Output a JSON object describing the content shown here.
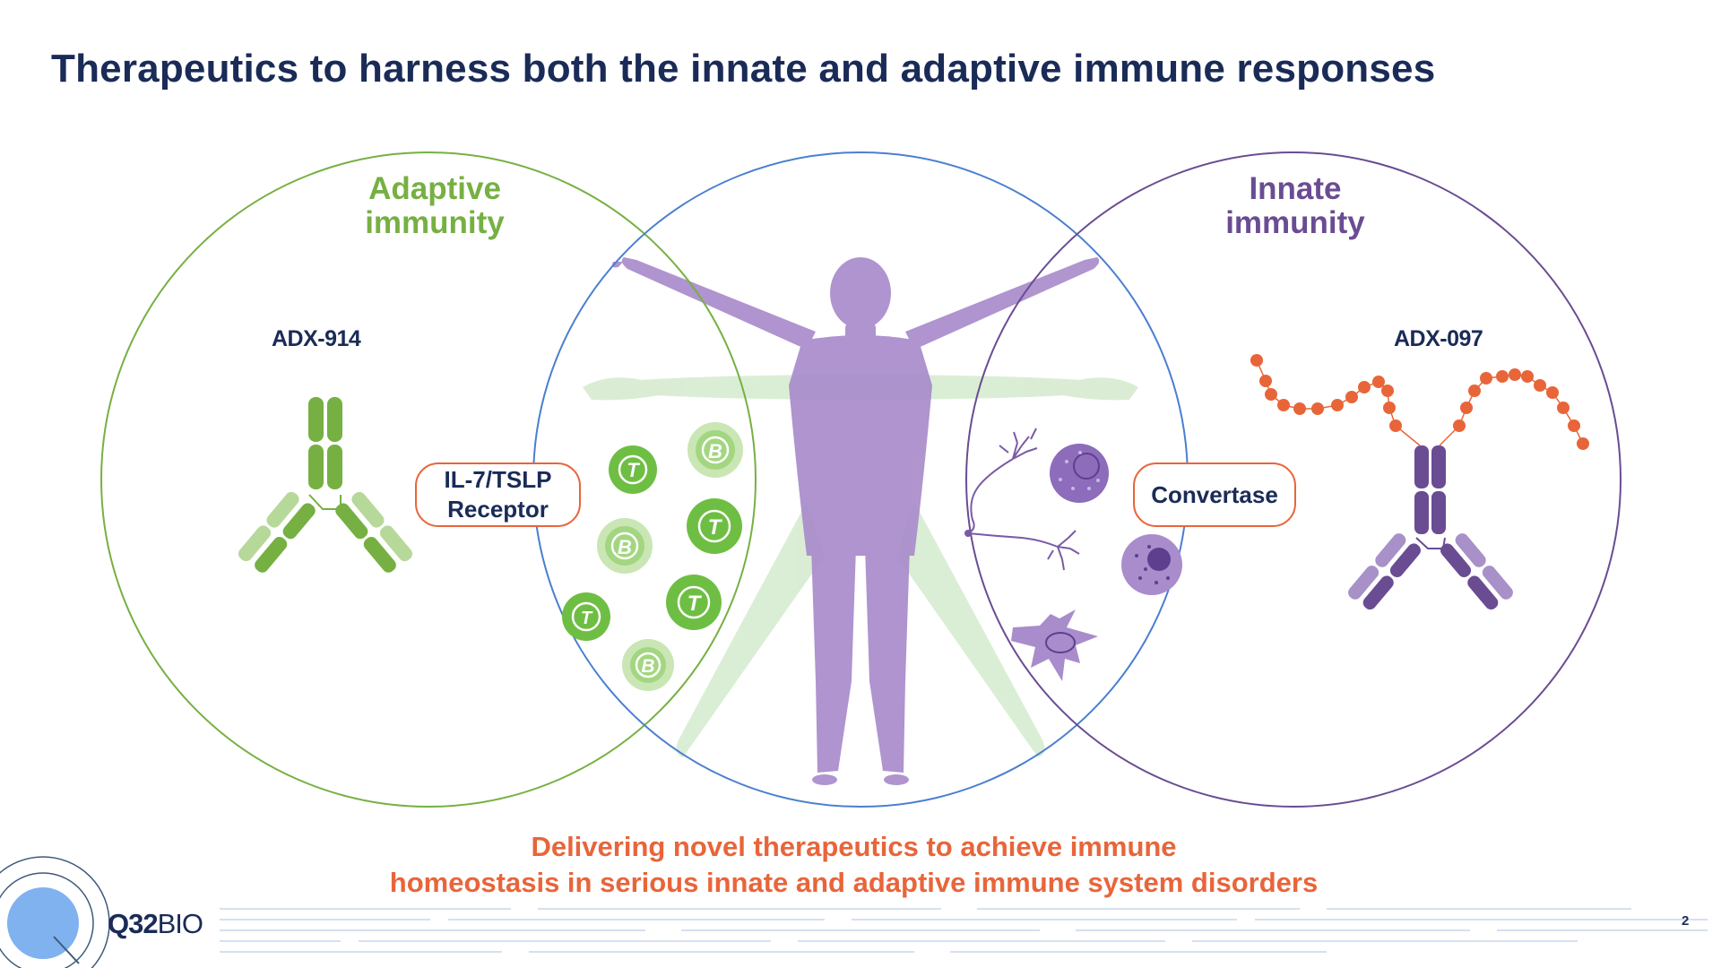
{
  "slide": {
    "title": "Therapeutics to harness both the innate and adaptive immune responses",
    "page_number": "2"
  },
  "adaptive": {
    "label_line1": "Adaptive",
    "label_line2": "immunity",
    "drug": "ADX-914",
    "target": "IL-7/TSLP Receptor",
    "target_line1": "IL-7/TSLP",
    "target_line2": "Receptor",
    "color": "#76b043"
  },
  "innate": {
    "label_line1": "Innate",
    "label_line2": "immunity",
    "drug": "ADX-097",
    "target": "Convertase",
    "color": "#6a4c93"
  },
  "cells": {
    "t_cell_letter": "T",
    "b_cell_letter": "B"
  },
  "tagline": {
    "line1": "Delivering novel therapeutics to achieve immune",
    "line2": "homeostasis in serious innate and adaptive immune system disorders",
    "color": "#e8653a"
  },
  "logo": {
    "text_prefix": "Q32",
    "text_suffix": "BIO"
  },
  "colors": {
    "title": "#1a2b57",
    "center_circle": "#4a7fcf",
    "human_figure": "#a98ccb",
    "accent_orange": "#e8653a"
  }
}
